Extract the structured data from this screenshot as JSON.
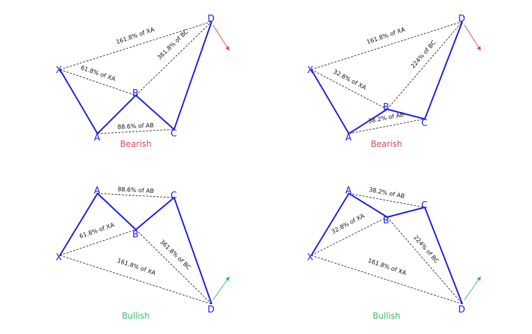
{
  "colors": {
    "pattern_line": "#1a1ae6",
    "ratio_line": "#222222",
    "bearish": "#d9465a",
    "bullish": "#3fb46e"
  },
  "patterns": [
    {
      "id": "crab-bearish",
      "caption": "Bearish",
      "points": {
        "X": "X",
        "A": "A",
        "B": "B",
        "C": "C",
        "D": "D"
      },
      "ratios": {
        "xa_to_d": "161.8% of XA",
        "xb": "61.8% of XA",
        "bd": "361.8% of BC",
        "ac": "88.6% of AB"
      }
    },
    {
      "id": "deep-bearish",
      "caption": "Bearish",
      "points": {
        "X": "X",
        "A": "A",
        "B": "B",
        "C": "C",
        "D": "D"
      },
      "ratios": {
        "xa_to_d": "161.8% of XA",
        "xb": "32.8% of XA",
        "bd": "224% of BC",
        "ac": "38.2% of AB"
      }
    },
    {
      "id": "crab-bullish",
      "caption": "Bullish",
      "points": {
        "X": "X",
        "A": "A",
        "B": "B",
        "C": "C",
        "D": "D"
      },
      "ratios": {
        "xa_to_d": "161.8% of XA",
        "xb": "61.8% of XA",
        "bd": "361.8% of BC",
        "ac": "88.6% of AB"
      }
    },
    {
      "id": "deep-bullish",
      "caption": "Bullish",
      "points": {
        "X": "X",
        "A": "A",
        "B": "B",
        "C": "C",
        "D": "D"
      },
      "ratios": {
        "xa_to_d": "161.8% of XA",
        "xb": "32.8% of XA",
        "bd": "224% of BC",
        "ac": "38.2% of AB"
      }
    }
  ]
}
